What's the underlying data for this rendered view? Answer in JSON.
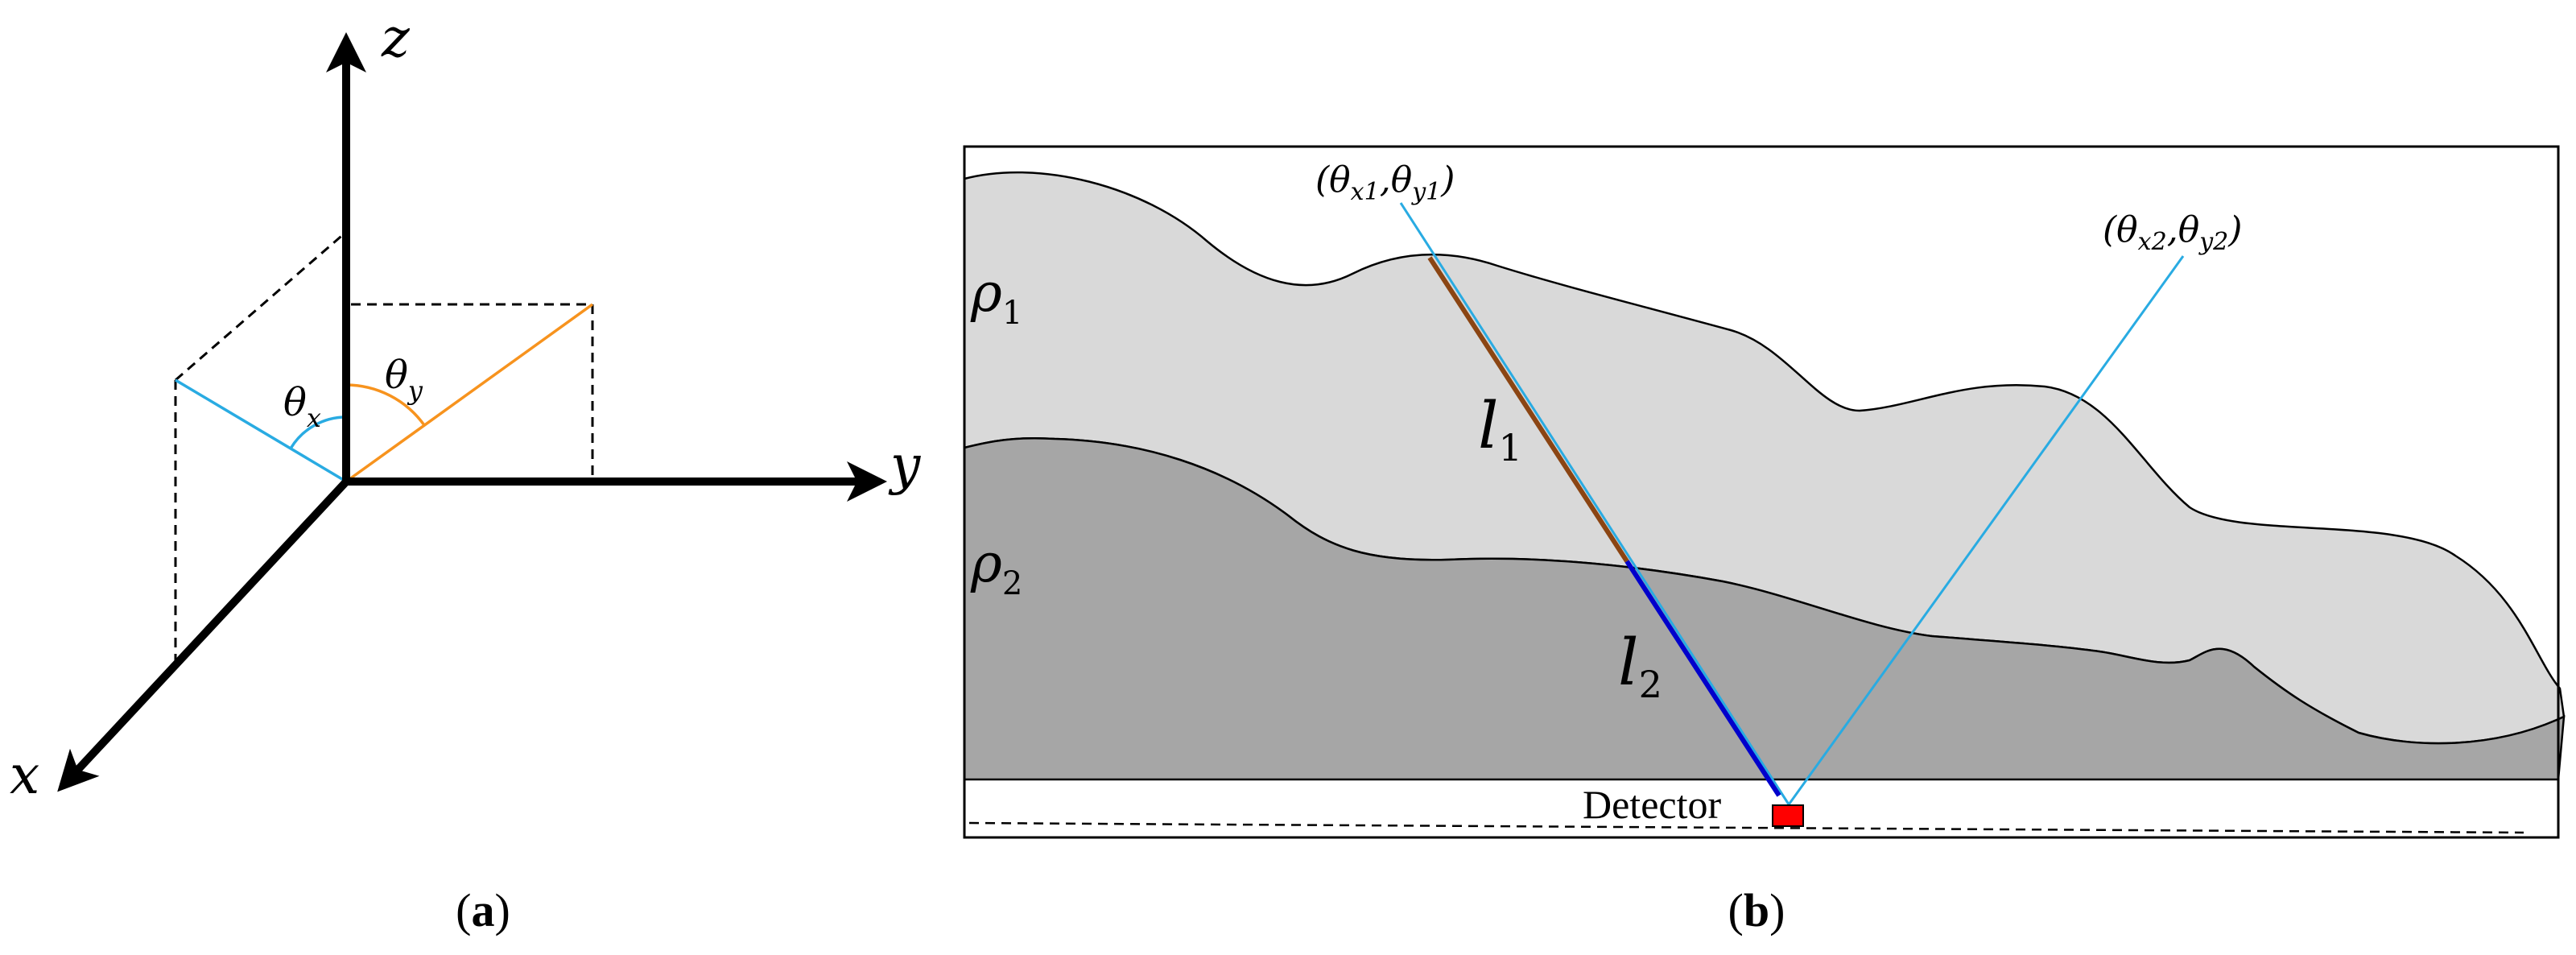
{
  "panel_a": {
    "axes": {
      "x": "x",
      "y": "y",
      "z": "z"
    },
    "angle_x": {
      "symbol": "θ",
      "sub": "x"
    },
    "angle_y": {
      "symbol": "θ",
      "sub": "y"
    },
    "caption": {
      "open": "(",
      "letter": "a",
      "close": ")"
    },
    "colors": {
      "projection_x": "#29abe2",
      "projection_y": "#f7931e",
      "axis": "#000000"
    }
  },
  "panel_b": {
    "layer_1": {
      "symbol": "ρ",
      "sub": "1"
    },
    "layer_2": {
      "symbol": "ρ",
      "sub": "2"
    },
    "length_1": {
      "symbol": "l",
      "sub": "1"
    },
    "length_2": {
      "symbol": "l",
      "sub": "2"
    },
    "angle_pair_1": {
      "open": "(",
      "t1": "θ",
      "s1": "x1",
      "sep": ",",
      "t2": "θ",
      "s2": "y1",
      "close": ")"
    },
    "angle_pair_2": {
      "open": "(",
      "t1": "θ",
      "s1": "x2",
      "sep": ",",
      "t2": "θ",
      "s2": "y2",
      "close": ")"
    },
    "detector": "Detector",
    "caption": {
      "open": "(",
      "letter": "b",
      "close": ")"
    },
    "colors": {
      "layer_1_fill": "#d9d9d9",
      "layer_2_fill": "#a6a6a6",
      "ray": "#29abe2",
      "path_l1": "#8b4513",
      "path_l2": "#0000cc",
      "detector": "#ff0000"
    }
  }
}
